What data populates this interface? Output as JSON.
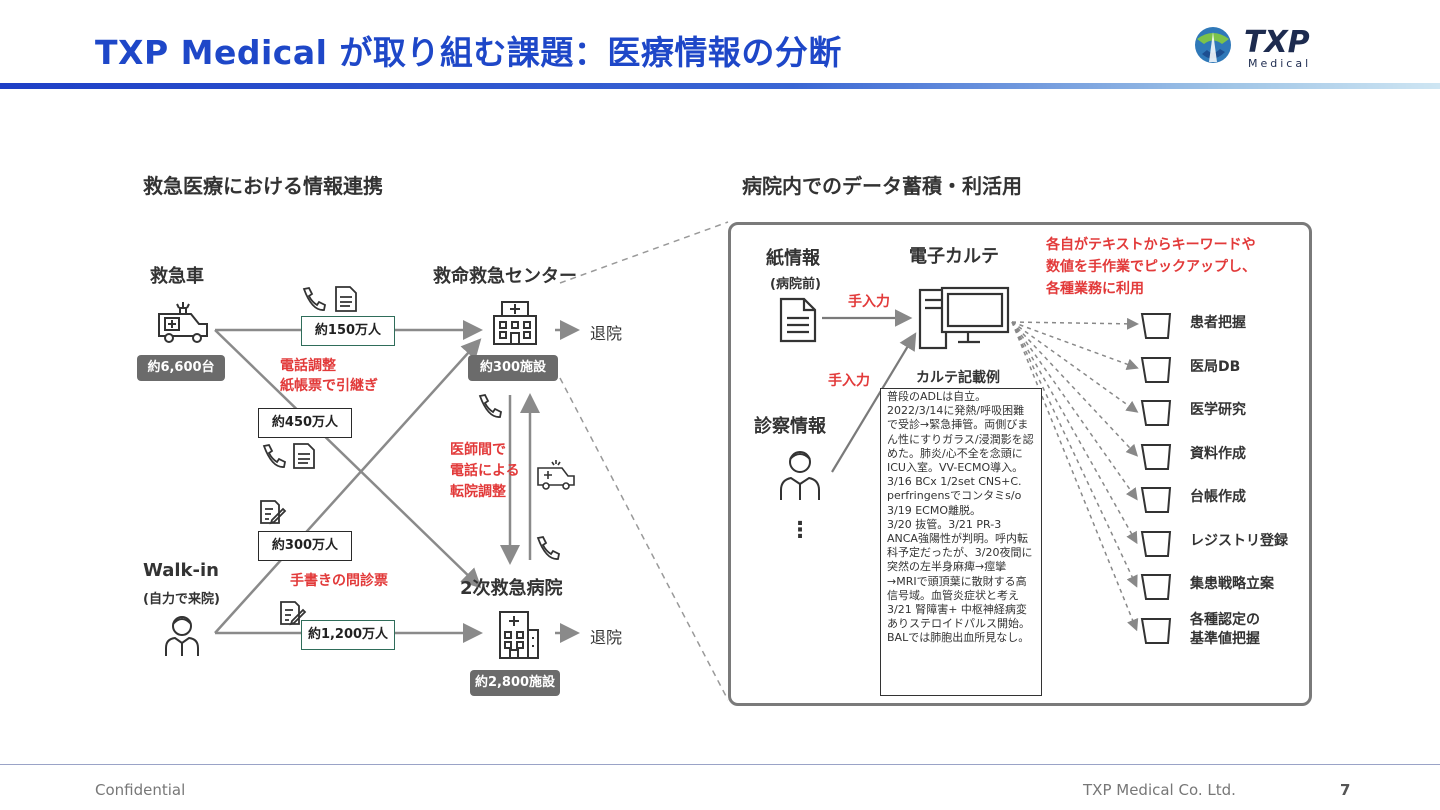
{
  "header": {
    "title": "TXP Medical が取り組む課題：医療情報の分断",
    "logo_text": "TXP",
    "logo_sub": "Medical"
  },
  "left": {
    "section_title": "救急医療における情報連携",
    "ambulance": {
      "label": "救急車",
      "badge": "約6,600台"
    },
    "walkin": {
      "label": "Walk-in",
      "sub": "(自力で来院)"
    },
    "center": {
      "label": "救命救急センター",
      "badge": "約300施設",
      "discharge": "退院"
    },
    "secondary": {
      "label": "2次救急病院",
      "badge": "約2,800施設",
      "discharge": "退院"
    },
    "flows": {
      "amb_to_center": "約150万人",
      "amb_to_secondary": "約450万人",
      "walk_to_center": "約300万人",
      "walk_to_secondary": "約1,200万人"
    },
    "notes": {
      "phone_line1": "電話調整",
      "phone_line2": "紙帳票で引継ぎ",
      "handwritten": "手書きの問診票",
      "transfer_line1": "医師間で",
      "transfer_line2": "電話による",
      "transfer_line3": "転院調整"
    }
  },
  "right": {
    "section_title": "病院内でのデータ蓄積・利活用",
    "paper": {
      "label": "紙情報",
      "sub": "(病院前)"
    },
    "exam": {
      "label": "診察情報",
      "more": "⋮"
    },
    "emr": {
      "label": "電子カルテ"
    },
    "manual_input_1": "手入力",
    "manual_input_2": "手入力",
    "karte_title": "カルテ記載例",
    "karte_text": "普段のADLは自立。\n2022/3/14に発熱/呼吸困難で受診→緊急挿管。両側びまん性にすりガラス/浸潤影を認めた。肺炎/心不全を念頭にICU入室。VV-ECMO導入。\n3/16 BCx 1/2set CNS+C. perfringensでコンタミs/o 3/19 ECMO離脱。\n3/20 抜管。3/21 PR-3 ANCA強陽性が判明。呼内転科予定だったが、3/20夜間に突然の左半身麻痺→痙攣→MRIで頭頂葉に散財する高信号域。血管炎症状と考え3/21 腎障害+ 中枢神経病変ありステロイドパルス開始。BALでは肺胞出血所見なし。",
    "note_line1": "各自がテキストからキーワードや",
    "note_line2": "数値を手作業でピックアップし、",
    "note_line3": "各種業務に利用",
    "uses": [
      "患者把握",
      "医局DB",
      "医学研究",
      "資料作成",
      "台帳作成",
      "レジストリ登録",
      "集患戦略立案"
    ],
    "use_last_line1": "各種認定の",
    "use_last_line2": "基準値把握"
  },
  "footer": {
    "left": "Confidential",
    "company": "TXP Medical Co. Ltd.",
    "page": "7"
  },
  "colors": {
    "accent": "#1e47c8",
    "alert": "#e23a3a",
    "box_border": "#2f6d5a"
  }
}
